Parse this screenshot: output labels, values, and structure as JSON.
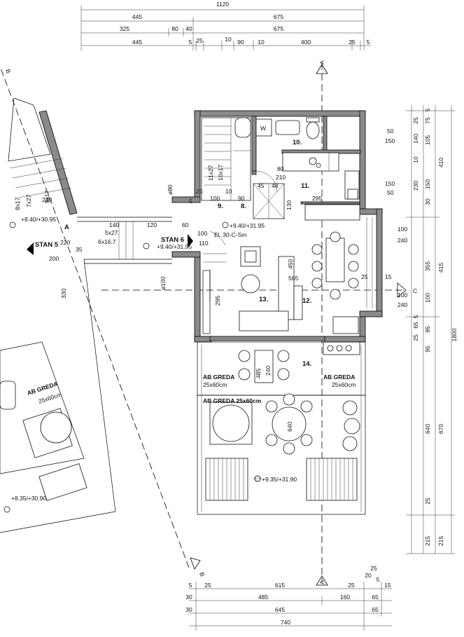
{
  "dims_top": {
    "row1": [
      "1120"
    ],
    "row2": [
      "445",
      "675"
    ],
    "row3": [
      "325",
      "80",
      "40",
      "675"
    ],
    "row4": [
      "445",
      "5",
      "25",
      "10",
      "90",
      "10",
      "400",
      "25",
      "5"
    ]
  },
  "dims_right": {
    "outer": [
      "1800"
    ],
    "col3": [
      "410",
      "415",
      "670",
      "215"
    ],
    "col2": [
      "5",
      "75",
      "105",
      "150",
      "30",
      "355",
      "100",
      "95",
      "95",
      "640",
      "25",
      "215"
    ],
    "col1": [
      "25",
      "140",
      "10",
      "230",
      "25",
      "65",
      "5"
    ]
  },
  "dims_bottom": {
    "row1": [
      "5",
      "25",
      "615",
      "25",
      "20",
      "5",
      "15"
    ],
    "row2": [
      "30",
      "485",
      "160",
      "65"
    ],
    "row3": [
      "30",
      "645",
      "65"
    ],
    "row4": [
      "740"
    ],
    "extra": [
      "25"
    ]
  },
  "section_labels": {
    "a": "A",
    "b": "B",
    "c": "C"
  },
  "rooms": {
    "r8": "8.",
    "r9": "9.",
    "r10": "10.",
    "r11": "11.",
    "r12": "12.",
    "r13": "13.",
    "r14": "14."
  },
  "apartments": {
    "stan6": "STAN 6",
    "stan6_level": "+9.40/+31.95",
    "stan5": "STAN 5",
    "stan5_level": "+8.40/+30.95",
    "a_label": "A"
  },
  "levels": {
    "hall": "+9.40/+31.95",
    "hall_note": "El. 30-C-Sm",
    "terrace": "+9.35/+31.90",
    "left_terrace": "+8.35/+30.90"
  },
  "beams": {
    "beam_left": {
      "title": "AB GREDA",
      "size": "25x60cm"
    },
    "beam_right": {
      "title": "AB GREDA",
      "size": "25x60cm"
    },
    "beam_full": "AB GREDA 25x60cm",
    "beam_stan5": {
      "title": "AB GREDA",
      "size": "25x60cm"
    }
  },
  "stairs": {
    "run1": "11x27",
    "run2": "10x17",
    "run3": "5x27",
    "run4": "6x16.7",
    "left_run1": "8x17",
    "left_run2": "7x27",
    "left_run3": "9x17"
  },
  "interior_dims": {
    "d100a": "100",
    "d10a": "10",
    "d90": "90",
    "d130a": "130",
    "d295": "295",
    "d25a": "25",
    "d5a": "5",
    "d45": "45",
    "d48": "48",
    "d210": "210",
    "d80": "80",
    "d565": "565",
    "d450": "450",
    "d295b": "295",
    "d120": "120",
    "d140": "140",
    "d60": "60",
    "d220": "220",
    "d35": "35",
    "d330": "330",
    "d200": "200",
    "d150a": "150",
    "d150b": "150",
    "d50a": "50",
    "d50b": "50",
    "d100b": "100",
    "d240a": "240",
    "d100c": "100",
    "d240b": "240",
    "d485": "485",
    "d240c": "240",
    "d640": "640",
    "d230": "230",
    "phi80": "ø80",
    "phi100": "ø100",
    "d100d": "100",
    "d110": "110",
    "d15": "15",
    "d25b": "25"
  },
  "fixtures": {
    "wm": "W"
  }
}
